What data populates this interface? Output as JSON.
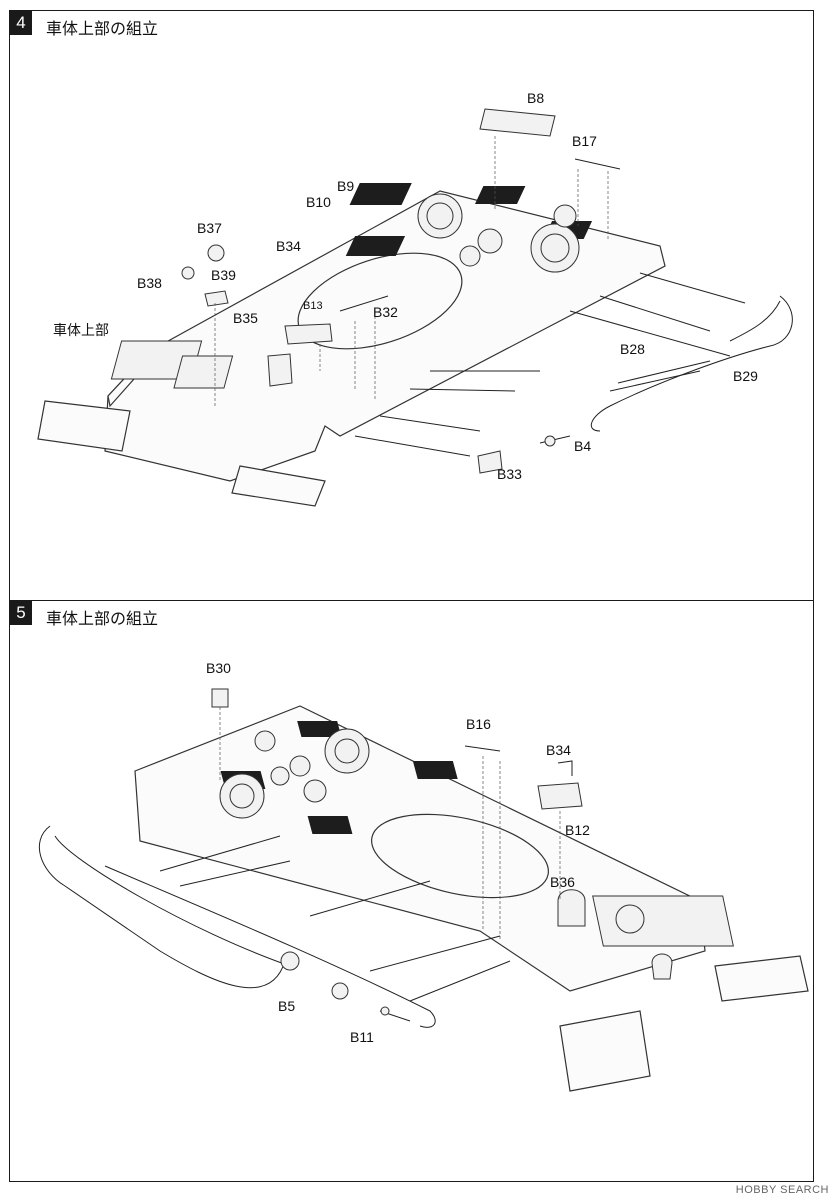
{
  "step4": {
    "number": "4",
    "title": "車体上部の組立",
    "hull_label": "車体上部",
    "parts": [
      "B8",
      "B17",
      "B9",
      "B10",
      "B37",
      "B34",
      "B38",
      "B39",
      "B13",
      "B32",
      "B35",
      "B28",
      "B29",
      "B4",
      "B33"
    ]
  },
  "step5": {
    "number": "5",
    "title": "車体上部の組立",
    "parts": [
      "B30",
      "B16",
      "B34",
      "B12",
      "B36",
      "B5",
      "B11"
    ]
  },
  "watermark": "HOBBY SEARCH"
}
